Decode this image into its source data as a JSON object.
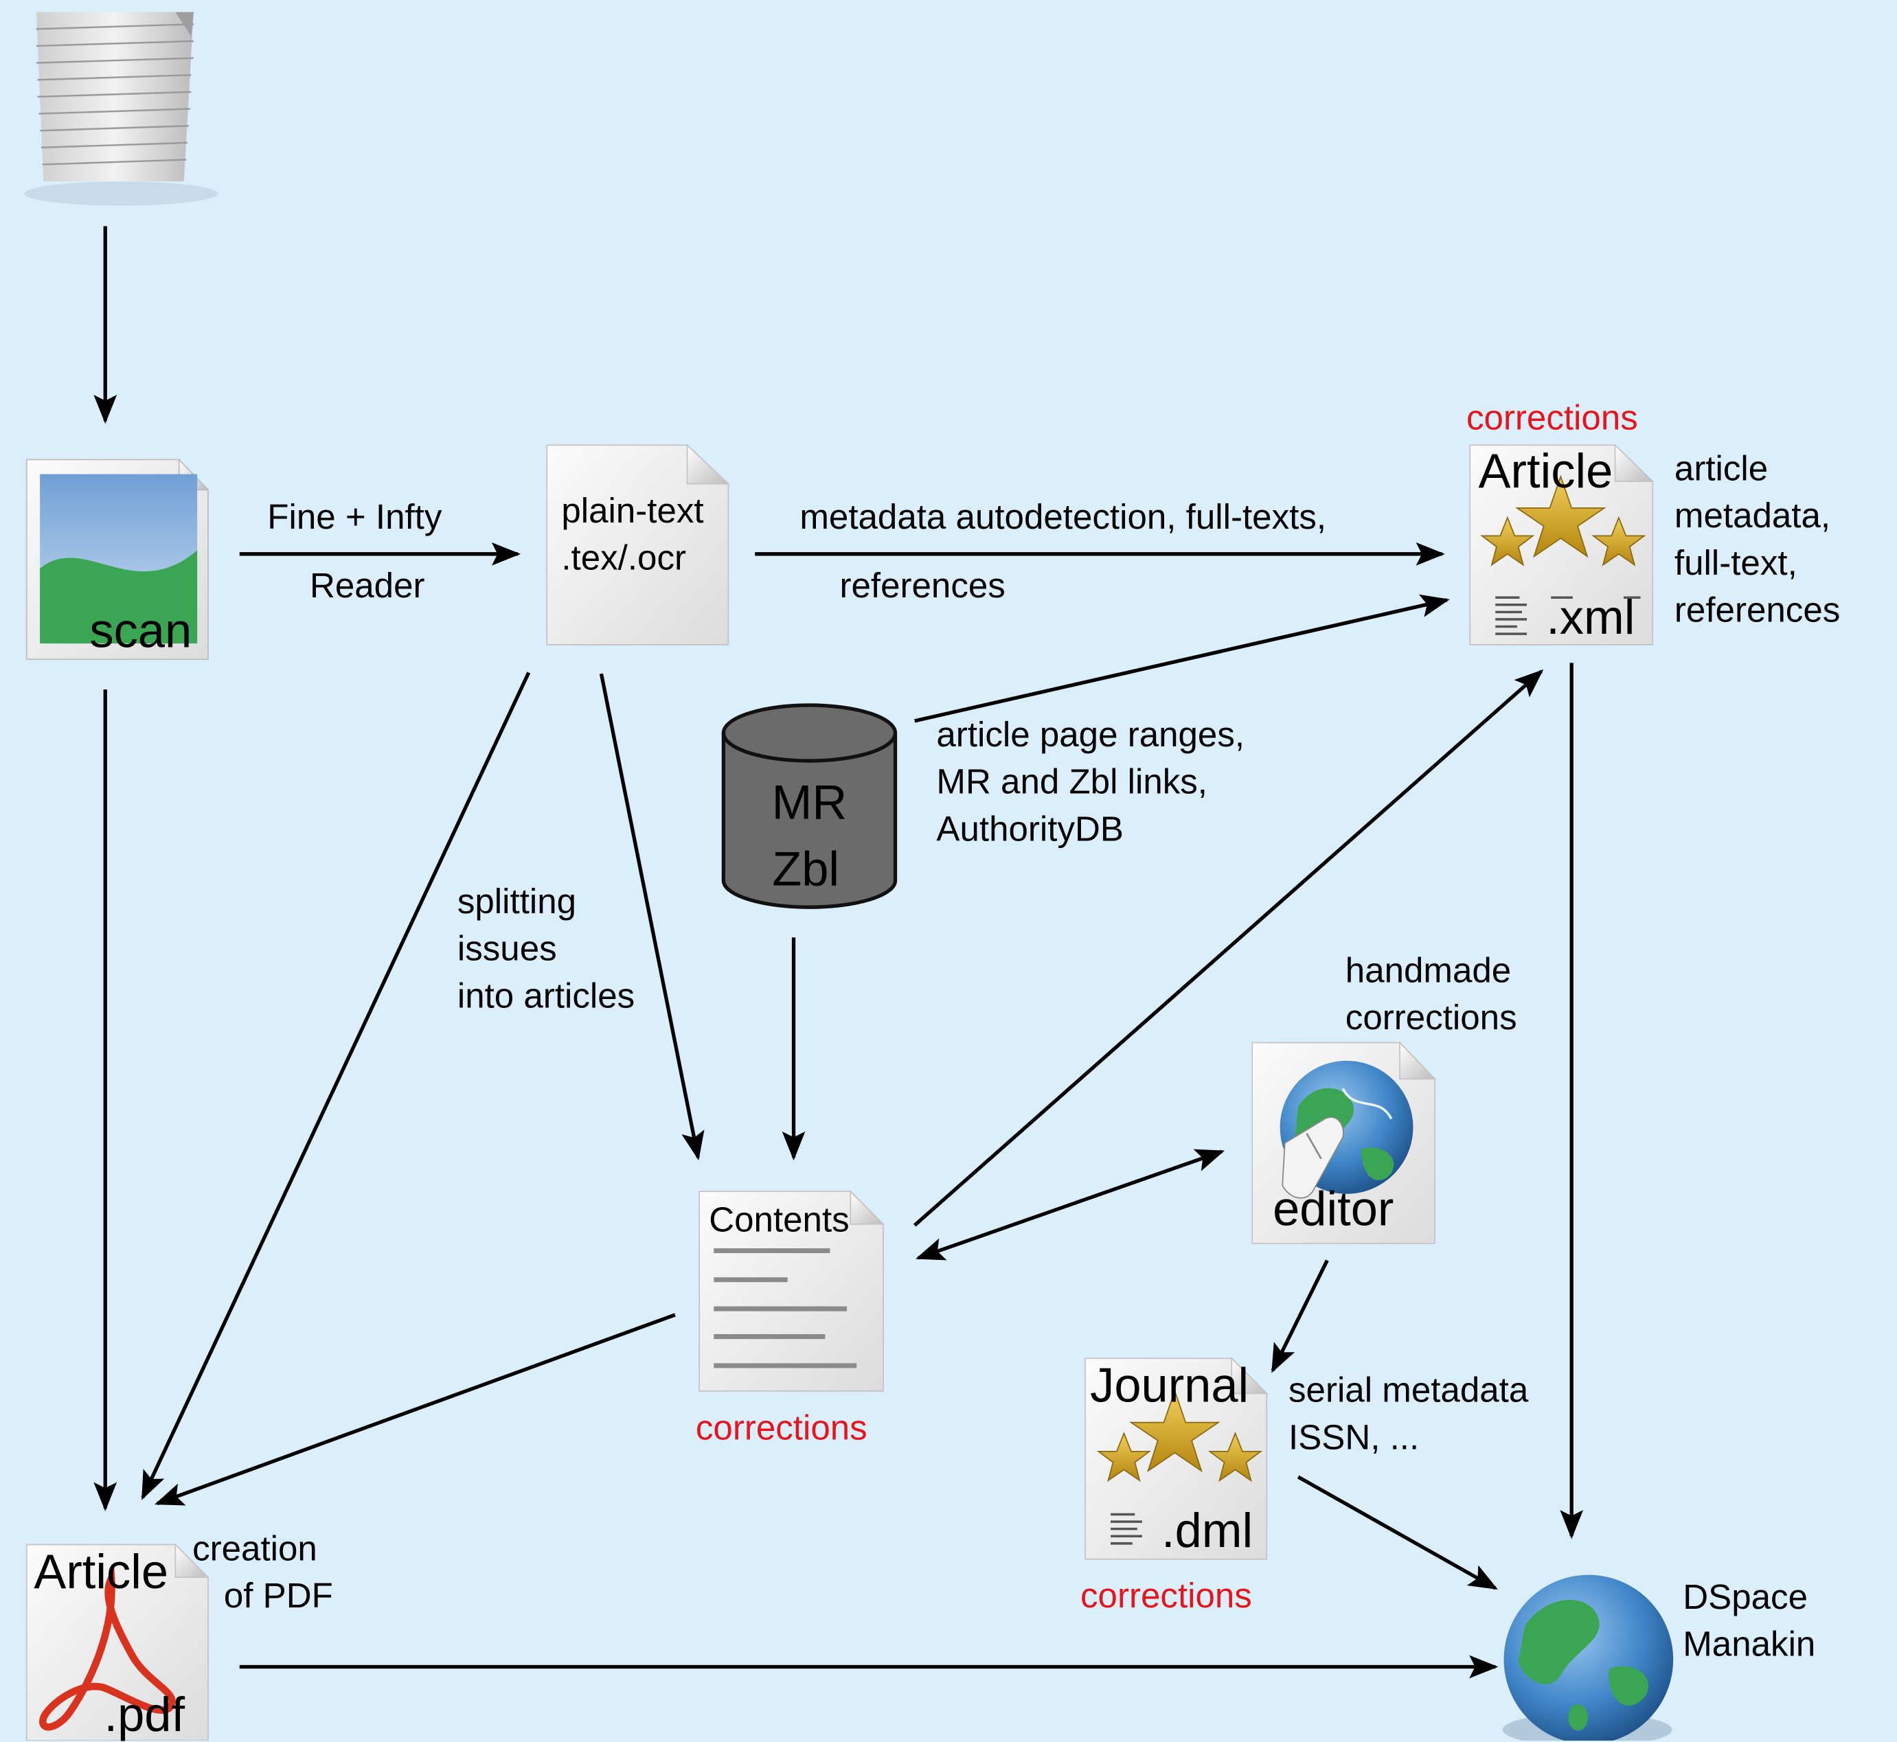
{
  "edges": {
    "scan_to_plaintext": [
      "Fine + Infty",
      "Reader"
    ],
    "plaintext_to_xml": [
      "metadata autodetection, full-texts,",
      "references"
    ],
    "db_to_xml": [
      "article page ranges,",
      "MR and Zbl links,",
      "AuthorityDB"
    ],
    "splitting": [
      "splitting",
      "issues",
      "into articles"
    ],
    "editor_note": [
      "handmade",
      "corrections"
    ],
    "xml_note": [
      "article",
      "metadata,",
      "full-text,",
      "references"
    ],
    "dml_note": [
      "serial metadata",
      "ISSN, ..."
    ],
    "pdf_note": [
      "creation",
      "of PDF"
    ],
    "dspace_note": [
      "DSpace",
      "Manakin"
    ]
  },
  "nodes": {
    "scan": "scan",
    "plaintext": [
      "plain-text",
      ".tex/.ocr"
    ],
    "article_xml": {
      "title": "Article",
      "ext": ".xml"
    },
    "database": [
      "MR",
      "Zbl"
    ],
    "contents": "Contents",
    "editor": "editor",
    "journal_dml": {
      "title": "Journal",
      "ext": ".dml"
    },
    "article_pdf": {
      "title": "Article",
      "ext": ".pdf"
    }
  },
  "corrections": {
    "xml": "corrections",
    "contents": "corrections",
    "dml": "corrections"
  },
  "colors": {
    "background": "#dbeefb",
    "highlight": "#e8141c",
    "star": "#d3a21c",
    "globe": "#3f86c9",
    "land": "#3aa653",
    "cylinder": "#6b6b6b"
  }
}
